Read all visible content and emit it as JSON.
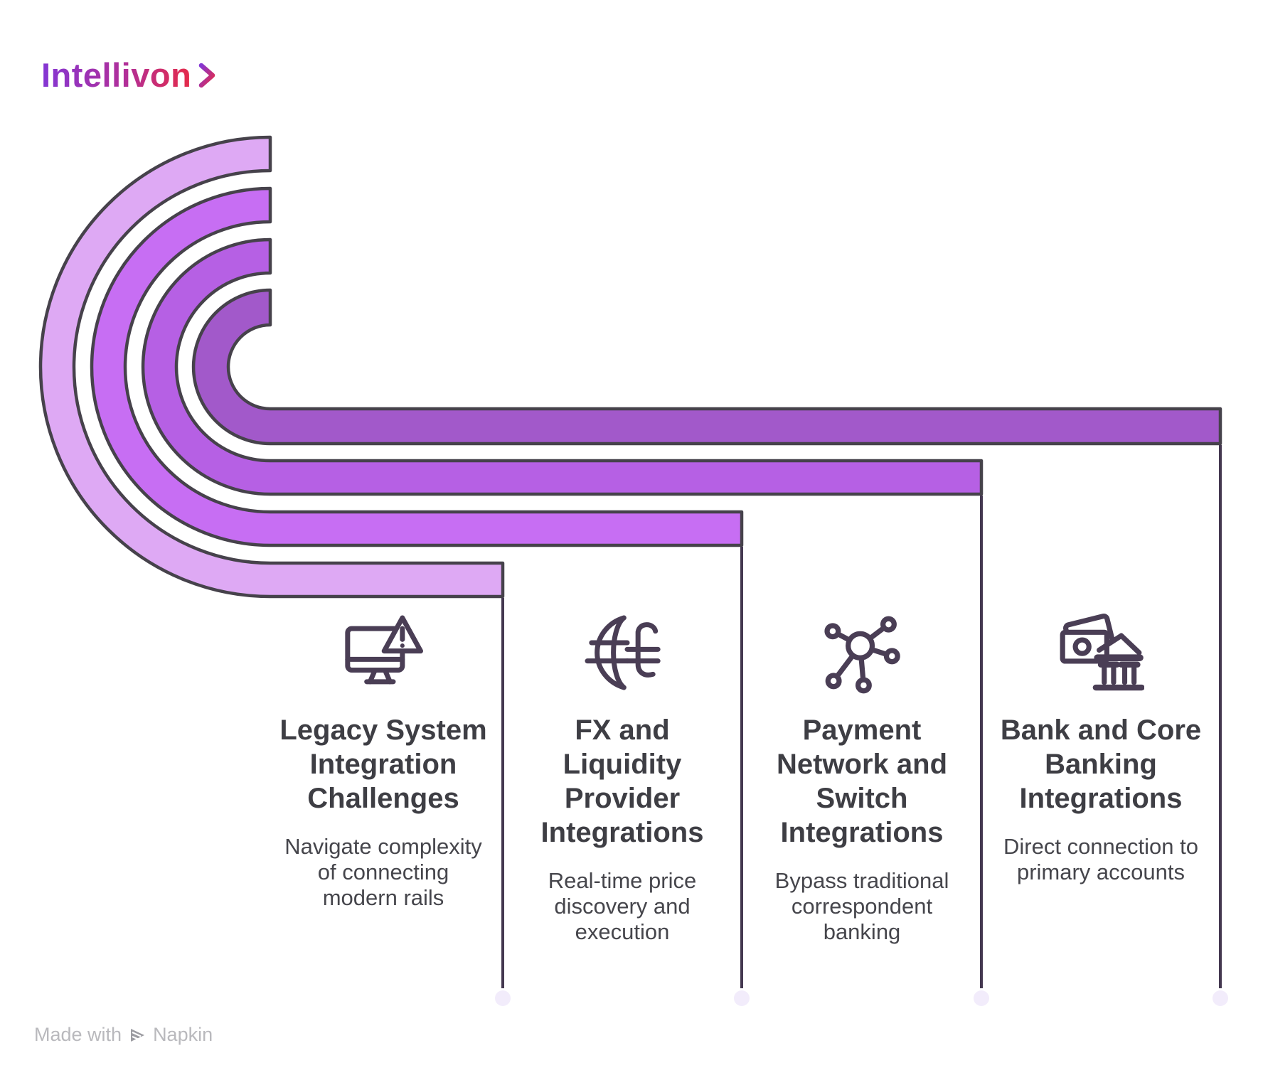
{
  "header": {
    "logo_text": "Intellivon"
  },
  "rings": [
    {
      "name": "ring-1-innermost",
      "color": "#a259ca"
    },
    {
      "name": "ring-2",
      "color": "#b660e4"
    },
    {
      "name": "ring-3",
      "color": "#c76ef3"
    },
    {
      "name": "ring-4-outermost",
      "color": "#dea9f4"
    }
  ],
  "columns": [
    {
      "icon": "monitor-warning-icon",
      "title": "Legacy System\nIntegration\nChallenges",
      "description": "Navigate complexity\nof connecting\nmodern rails"
    },
    {
      "icon": "globe-currency-icon",
      "title": "FX and\nLiquidity\nProvider\nIntegrations",
      "description": "Real-time price\ndiscovery and\nexecution"
    },
    {
      "icon": "network-hub-icon",
      "title": "Payment\nNetwork and\nSwitch\nIntegrations",
      "description": "Bypass traditional\ncorrespondent\nbanking"
    },
    {
      "icon": "bank-money-icon",
      "title": "Bank and Core\nBanking\nIntegrations",
      "description": "Direct connection to\nprimary accounts"
    }
  ],
  "footer": {
    "made_with": "Made with",
    "brand": "Napkin"
  },
  "colors": {
    "ring_outline": "#46424b",
    "divider": "#443850",
    "end_dot": "#f2ecfb",
    "title_text": "#3e3e44",
    "body_text": "#46464c",
    "icon_stroke": "#4a3e55",
    "logo_gradient_start": "#8436d4",
    "logo_gradient_end": "#e52b49",
    "footer_text": "#b9b9bd"
  }
}
